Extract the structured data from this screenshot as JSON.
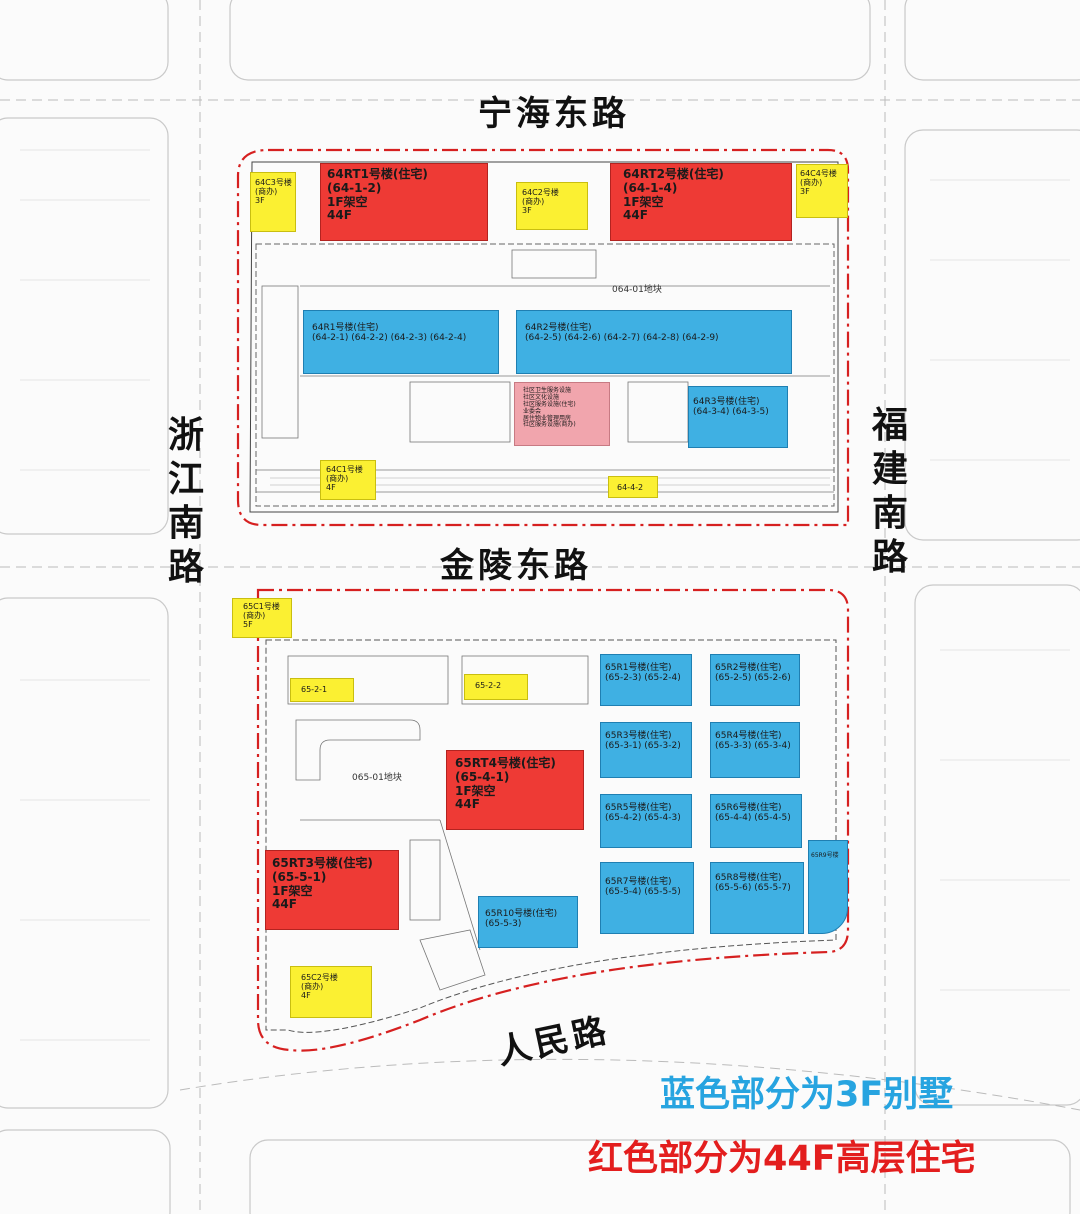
{
  "colors": {
    "highrise": "#ee3a35",
    "villa": "#3fb0e3",
    "commercial": "#fbf032",
    "community": "#f1a5ad",
    "boundary": "#d62020",
    "legend_blue": "#27a4e0",
    "legend_red": "#e31e1e"
  },
  "roads": {
    "north": "宁海东路",
    "middle": "金陵东路",
    "south": "人民路",
    "west": "浙江南路",
    "east": "福建南路"
  },
  "legend": {
    "blue_text": "蓝色部分为3F别墅",
    "red_text": "红色部分为44F高层住宅"
  },
  "plot_labels": {
    "north_plot": "064-01地块",
    "south_plot": "065-01地块"
  },
  "buildings": {
    "b64rt1": [
      "64RT1号楼(住宅)",
      "(64-1-2)",
      "1F架空",
      "44F"
    ],
    "b64rt2": [
      "64RT2号楼(住宅)",
      "(64-1-4)",
      "1F架空",
      "44F"
    ],
    "b64c3": [
      "64C3号楼",
      "(商办)",
      "3F"
    ],
    "b64c2": [
      "64C2号楼",
      "(商办)",
      "3F"
    ],
    "b64c4": [
      "64C4号楼",
      "(商办)",
      "3F"
    ],
    "b64r1": [
      "64R1号楼(住宅)",
      "(64-2-1)  (64-2-2)  (64-2-3)  (64-2-4)"
    ],
    "b64r2": [
      "64R2号楼(住宅)",
      "(64-2-5)    (64-2-6)    (64-2-7)    (64-2-8)    (64-2-9)"
    ],
    "b64r3": [
      "64R3号楼(住宅)",
      "(64-3-4)   (64-3-5)"
    ],
    "community": [
      "社区卫生服务设施",
      "社区文化设施",
      "社区服务设施(住宅)",
      "业委会",
      "居住物业管理用房",
      "社区服务设施(商办)"
    ],
    "b64c1": [
      "64C1号楼",
      "(商办)",
      "4F"
    ],
    "b6442": [
      "64-4-2"
    ],
    "b65c1": [
      "65C1号楼",
      "(商办)",
      "5F"
    ],
    "b6521": [
      "65-2-1"
    ],
    "b6522": [
      "65-2-2"
    ],
    "b65rt4": [
      "65RT4号楼(住宅)",
      "(65-4-1)",
      "1F架空",
      "44F"
    ],
    "b65rt3": [
      "65RT3号楼(住宅)",
      "(65-5-1)",
      "1F架空",
      "44F"
    ],
    "b65c2": [
      "65C2号楼",
      "(商办)",
      "4F"
    ],
    "b65r10": [
      "65R10号楼(住宅)",
      "(65-5-3)"
    ],
    "b65r1": [
      "65R1号楼(住宅)",
      "(65-2-3)      (65-2-4)"
    ],
    "b65r2": [
      "65R2号楼(住宅)",
      "(65-2-5)      (65-2-6)"
    ],
    "b65r3": [
      "65R3号楼(住宅)",
      "(65-3-1)      (65-3-2)"
    ],
    "b65r4": [
      "65R4号楼(住宅)",
      "(65-3-3)      (65-3-4)"
    ],
    "b65r5": [
      "65R5号楼(住宅)",
      "(65-4-2)      (65-4-3)"
    ],
    "b65r6": [
      "65R6号楼(住宅)",
      "(65-4-4)      (65-4-5)"
    ],
    "b65r7": [
      "65R7号楼(住宅)",
      "(65-5-4)      (65-5-5)"
    ],
    "b65r8": [
      "65R8号楼(住宅)",
      "(65-5-6)      (65-5-7)"
    ],
    "b65r9": [
      "65R9号楼"
    ]
  }
}
